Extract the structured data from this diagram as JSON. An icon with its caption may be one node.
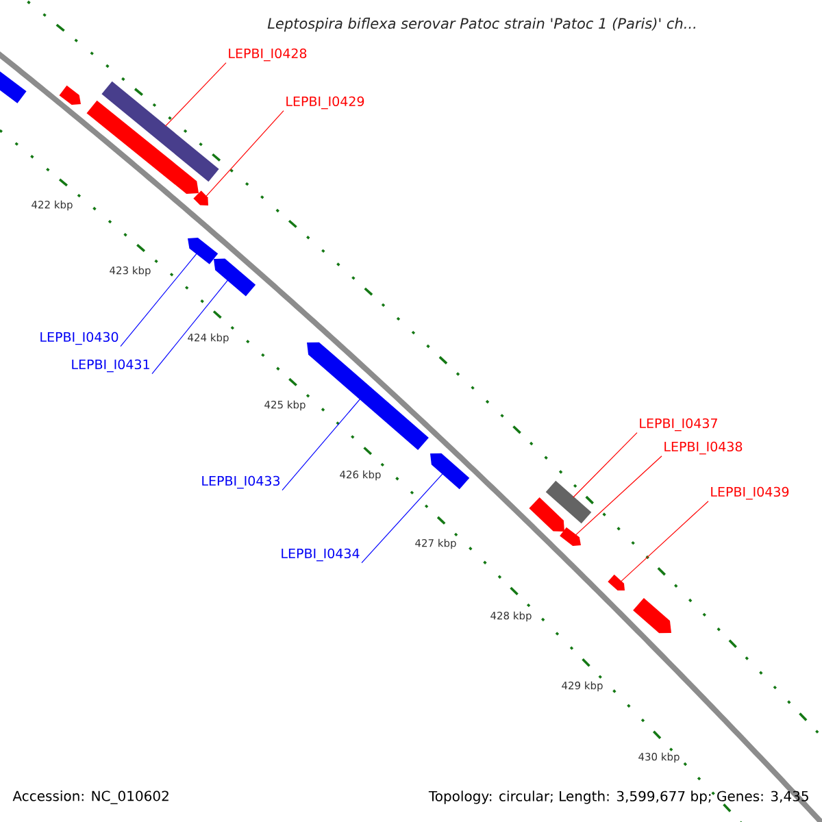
{
  "diagram": {
    "title": "Leptospira biflexa serovar Patoc strain 'Patoc 1 (Paris)' ch...",
    "nodes": [
      {
        "text": [
          "LEPBI_I0428"
        ]
      },
      {
        "text": [
          "LEPBI_I0429"
        ]
      },
      {
        "text": [
          "LEPBI_I0430"
        ]
      },
      {
        "text": [
          "LEPBI_I0431"
        ]
      },
      {
        "text": [
          "LEPBI_I0433"
        ]
      },
      {
        "text": [
          "LEPBI_I0434"
        ]
      },
      {
        "text": [
          "LEPBI_I0437"
        ]
      },
      {
        "text": [
          "LEPBI_I0438"
        ]
      },
      {
        "text": [
          "LEPBI_I0439"
        ]
      },
      {
        "text": [],
        "shape": "bar"
      },
      {
        "text": [],
        "shape": "pentagon"
      },
      {
        "text": [],
        "shape": "pentagon"
      },
      {
        "text": [],
        "shape": "pentagon"
      },
      {
        "text": [],
        "shape": "bar"
      },
      {
        "text": [],
        "shape": "pentagon"
      },
      {
        "text": [],
        "shape": "pentagon"
      },
      {
        "text": [],
        "shape": "pentagon"
      },
      {
        "text": [],
        "shape": "pentagon"
      },
      {
        "text": [],
        "shape": "bar"
      },
      {
        "text": [],
        "shape": "pentagon"
      },
      {
        "text": [],
        "shape": "pentagon"
      },
      {
        "text": [],
        "shape": "pentagon"
      },
      {
        "text": [],
        "shape": "pentagon"
      }
    ],
    "edges": [
      {
        "from": 0,
        "to": 13,
        "arrow": "none"
      },
      {
        "from": 1,
        "to": 12,
        "arrow": "none"
      },
      {
        "from": 2,
        "to": 14,
        "arrow": "none",
        "color": "#0000ff"
      },
      {
        "from": 3,
        "to": 15,
        "arrow": "none",
        "color": "#0000ff"
      },
      {
        "from": 4,
        "to": 16,
        "arrow": "none",
        "color": "#0000ff"
      },
      {
        "from": 5,
        "to": 17,
        "arrow": "none",
        "color": "#0000ff"
      },
      {
        "from": 6,
        "to": 18,
        "arrow": "none"
      },
      {
        "from": 7,
        "to": 20,
        "arrow": "none"
      },
      {
        "from": 8,
        "to": 21,
        "arrow": "none"
      }
    ],
    "labels": [
      "422 kbp",
      "423 kbp",
      "424 kbp",
      "425 kbp",
      "426 kbp",
      "427 kbp",
      "428 kbp",
      "429 kbp",
      "430 kbp",
      "Accession: NC_010602",
      "Topology: circular; Length: 3,599,677 bp; Genes: 3,435"
    ]
  }
}
